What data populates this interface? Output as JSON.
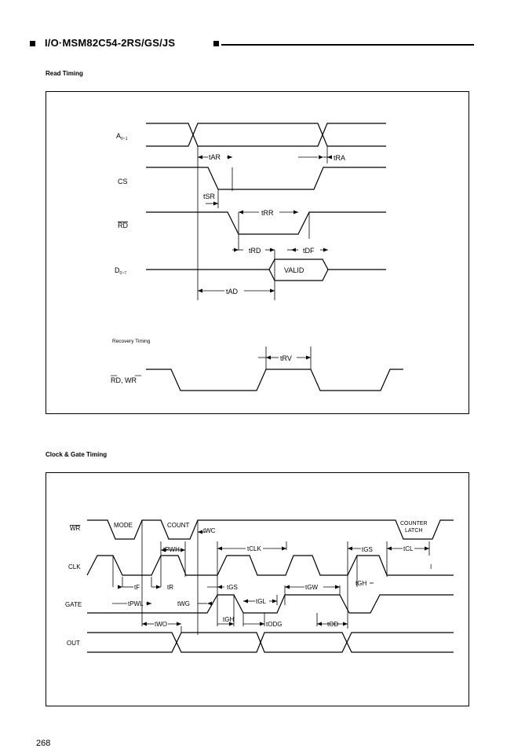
{
  "header": {
    "title": "I/O·MSM82C54-2RS/GS/JS"
  },
  "read_timing": {
    "title": "Read Timing",
    "signals": {
      "a": "A",
      "a_sub": "0~1",
      "cs": "CS",
      "rd": "RD",
      "d": "D",
      "d_sub": "0~7"
    },
    "params": {
      "tAR": "tAR",
      "tRA": "tRA",
      "tSR": "tSR",
      "tRR": "tRR",
      "tRD": "tRD",
      "tDF": "tDF",
      "tAD": "tAD"
    },
    "valid": "VALID",
    "recovery": {
      "title": "Recovery Timing",
      "signal": "RD, WR",
      "param": "tRV"
    }
  },
  "clock_gate_timing": {
    "title": "Clock & Gate Timing",
    "signals": {
      "wr": "WR",
      "clk": "CLK",
      "gate": "GATE",
      "out": "OUT"
    },
    "wr_labels": {
      "mode": "MODE",
      "count": "COUNT",
      "latch_1": "COUNTER",
      "latch_2": "LATCH"
    },
    "params": {
      "tWC": "tWC",
      "tPWH": "tPWH",
      "tCLK": "tCLK",
      "tGS_top": "tGS",
      "tCL": "tCL",
      "tF": "tF",
      "tR": "tR",
      "tGS_mid": "tGS",
      "tGW": "tGW",
      "tGH_right": "tGH",
      "tPWL": "tPWL",
      "tWG": "tWG",
      "tGL": "tGL",
      "tGH_left": "tGH",
      "tWO": "tWO",
      "tODG": "tODG",
      "tOD": "tOD"
    }
  },
  "page_number": "268"
}
